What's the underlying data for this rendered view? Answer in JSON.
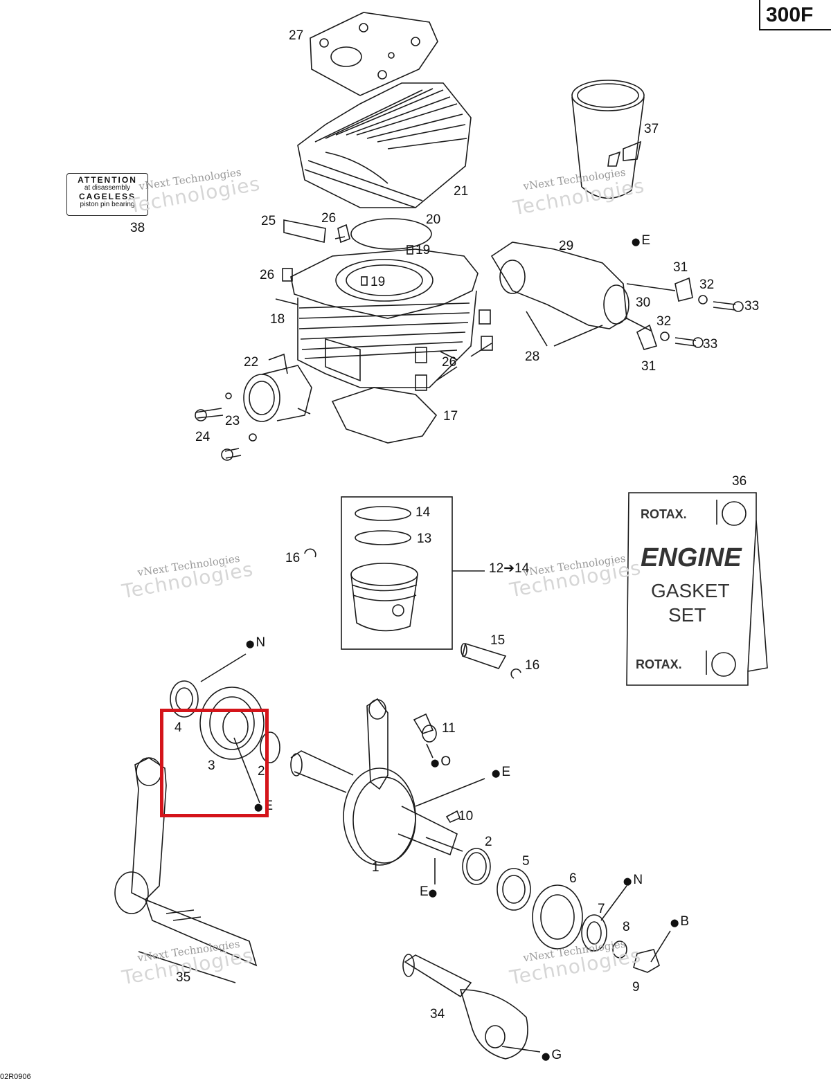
{
  "header": {
    "model": "300F",
    "diagram_code": "02R0906"
  },
  "watermark": {
    "line1": "vNext Technologies",
    "line2": "Technologies",
    "line3": "vNext"
  },
  "attention_label": {
    "line1": "ATTENTION",
    "line2": "at disassembly",
    "line3": "CAGELESS",
    "line4": "piston pin bearing"
  },
  "gasket_set": {
    "brand": "ROTAX.",
    "title1": "ENGINE",
    "title2": "GASKET",
    "title3": "SET"
  },
  "part_labels": {
    "p27": "27",
    "p37": "37",
    "p21": "21",
    "p38": "38",
    "p25": "25",
    "p26a": "26",
    "p20": "20",
    "p19a": "19",
    "p19b": "19",
    "p26b": "26",
    "p18": "18",
    "p29": "29",
    "p30": "30",
    "p31a": "31",
    "p32a": "32",
    "p33a": "33",
    "p32b": "32",
    "p33b": "33",
    "p31b": "31",
    "p28": "28",
    "p26c": "26",
    "p22": "22",
    "p23": "23",
    "p24": "24",
    "p17": "17",
    "p36": "36",
    "p14": "14",
    "p13": "13",
    "p16a": "16",
    "p12_14": "12➔14",
    "p15": "15",
    "p16b": "16",
    "p4": "4",
    "p3": "3",
    "p2a": "2",
    "p11": "11",
    "p10": "10",
    "p2b": "2",
    "p1": "1",
    "p5": "5",
    "p6": "6",
    "p7": "7",
    "p8": "8",
    "p9": "9",
    "p35": "35",
    "p34": "34"
  },
  "lube_marks": {
    "e1": "E",
    "n1": "N",
    "o1": "O",
    "e2": "E",
    "e3": "E",
    "e4": "E",
    "n2": "N",
    "b1": "B",
    "g1": "G"
  },
  "colors": {
    "highlight": "#d4141a",
    "line": "#1a1a1a"
  }
}
